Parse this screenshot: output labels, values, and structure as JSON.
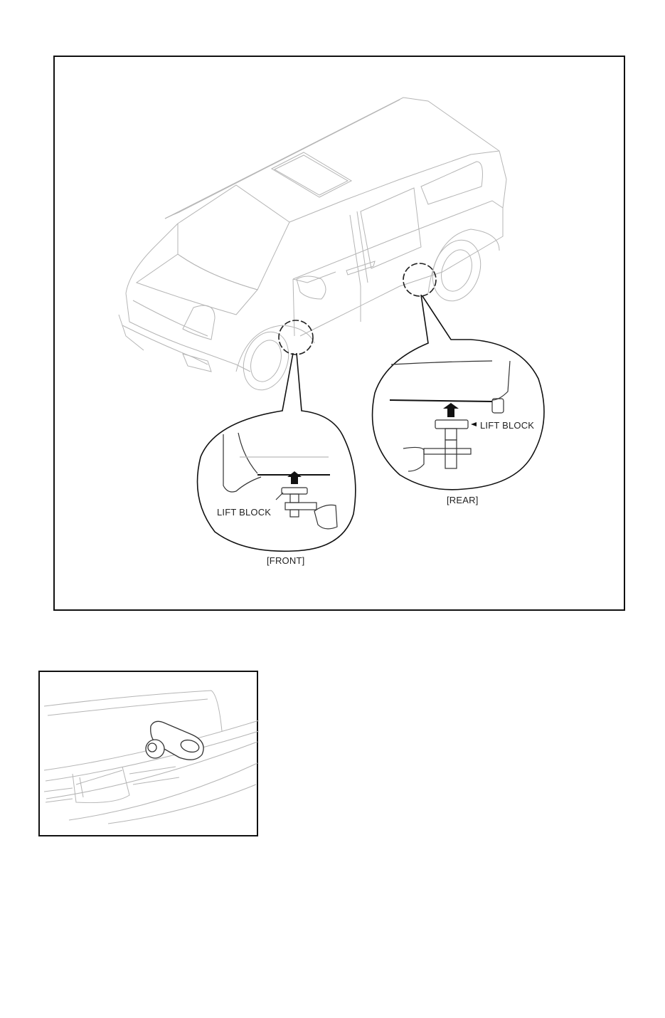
{
  "figures": [
    {
      "id": "lift-points",
      "subject": "minivan-isometric-line-drawing",
      "callouts": [
        {
          "label": "LIFT BLOCK",
          "caption": "[FRONT]"
        },
        {
          "label": "LIFT BLOCK",
          "caption": "[REAR]"
        }
      ]
    },
    {
      "id": "towing-hook",
      "subject": "front-bumper-towing-hook-line-drawing"
    }
  ]
}
